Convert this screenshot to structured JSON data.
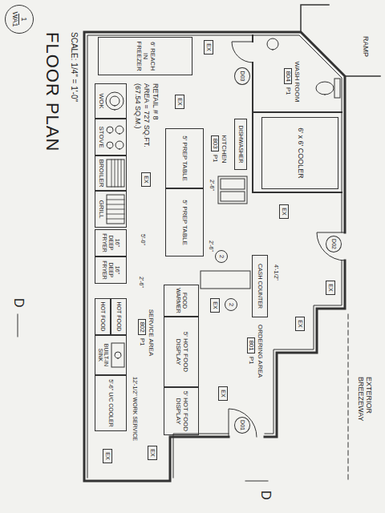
{
  "diagram": {
    "title": "FLOOR PLAN",
    "caption": "SCALE: 1/4\" = 1'-0\"",
    "nodes": [
      {
        "text": [
          "1",
          "WA1"
        ]
      },
      {
        "text": [
          "6' REACH IN FREEZER"
        ]
      },
      {
        "text": [
          "WASH ROOM",
          "804",
          "P1"
        ]
      },
      {
        "text": [
          "D03"
        ]
      },
      {
        "text": [
          "6' x 6' COOLER"
        ]
      },
      {
        "text": [
          "DISHWASHER"
        ]
      },
      {
        "text": [
          "KITCHEN",
          "803",
          "P1"
        ]
      },
      {
        "text": [
          "5' PREP TABLE"
        ]
      },
      {
        "text": [
          "5' PREP TABLE"
        ]
      },
      {
        "text": [
          "WOK"
        ]
      },
      {
        "text": [
          "STOVE"
        ]
      },
      {
        "text": [
          "BROILER"
        ]
      },
      {
        "text": [
          "GRILL"
        ]
      },
      {
        "text": [
          "16\" DEEP FRYER"
        ]
      },
      {
        "text": [
          "16\" DEEP FRYER"
        ]
      },
      {
        "text": [
          "HOT FOOD"
        ]
      },
      {
        "text": [
          "HOT FOOD"
        ]
      },
      {
        "text": [
          "BUILT-IN SINK"
        ]
      },
      {
        "text": [
          "5'-6\" U/C COOLER"
        ]
      },
      {
        "text": [
          "FOOD WARMER"
        ]
      },
      {
        "text": [
          "5' HOT FOOD DISPLAY"
        ]
      },
      {
        "text": [
          "5' HOT FOOD DISPLAY"
        ]
      },
      {
        "text": [
          "SERVICE AREA",
          "802",
          "P1"
        ]
      },
      {
        "text": [
          "CASH COUNTER"
        ]
      },
      {
        "text": [
          "ORDERING AREA",
          "801",
          "P1"
        ]
      },
      {
        "text": [
          "D02"
        ]
      },
      {
        "text": [
          "D01"
        ]
      },
      {
        "text": [
          "2"
        ]
      },
      {
        "text": [
          "2"
        ]
      },
      {
        "text": [
          "EX"
        ]
      },
      {
        "text": [
          "EX"
        ]
      },
      {
        "text": [
          "EX"
        ]
      },
      {
        "text": [
          "EX"
        ]
      },
      {
        "text": [
          "EX"
        ]
      },
      {
        "text": [
          "EX"
        ]
      },
      {
        "text": [
          "EX"
        ]
      },
      {
        "text": [
          "EX"
        ]
      },
      {
        "text": [
          "EX"
        ]
      },
      {
        "text": [
          "EX"
        ]
      }
    ],
    "labels": [
      "RAMP",
      "RETAIL # 8",
      "AREA = 727 SQ.FT.",
      "(67.54 SQ.M.)",
      "EXTERIOR BREEZEWAY",
      "2'-6\"",
      "5'-0\"",
      "2'-6\"",
      "2'-6\"",
      "4'-1/2\"",
      "12'-1/2\" WORK SERVICE",
      "D",
      "D"
    ]
  }
}
